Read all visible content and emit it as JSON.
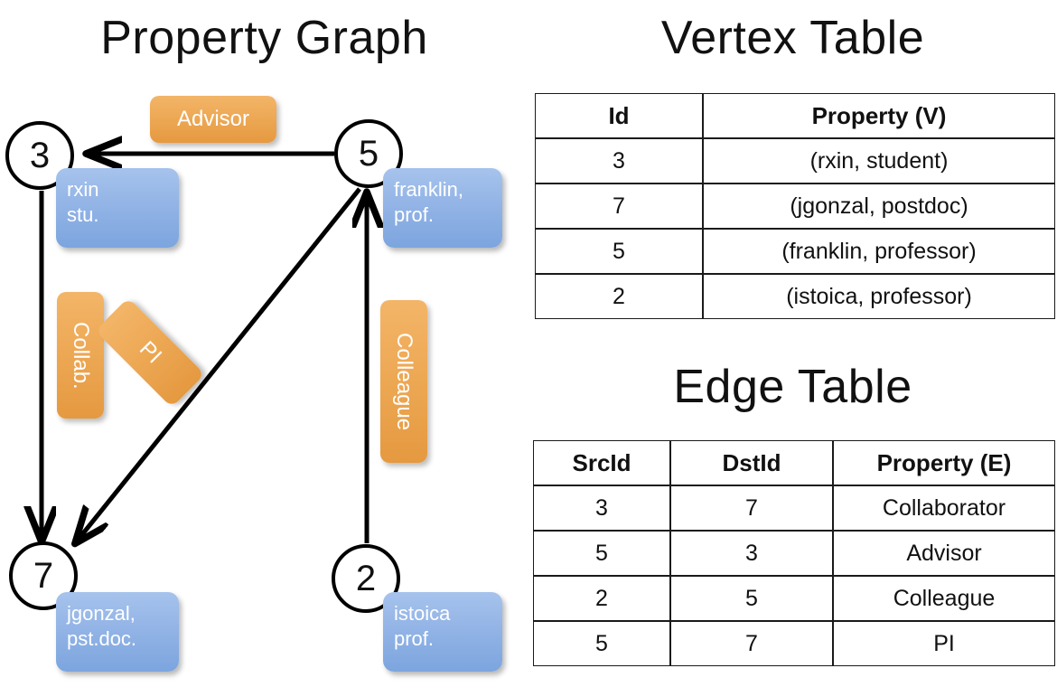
{
  "panels": {
    "graph_title": "Property Graph",
    "vertex_title": "Vertex Table",
    "edge_title": "Edge Table"
  },
  "graph": {
    "nodes": [
      {
        "id": "3",
        "property": {
          "line1": "rxin",
          "line2": "stu."
        }
      },
      {
        "id": "5",
        "property": {
          "line1": "franklin,",
          "line2": "prof."
        }
      },
      {
        "id": "7",
        "property": {
          "line1": "jgonzal,",
          "line2": "pst.doc."
        }
      },
      {
        "id": "2",
        "property": {
          "line1": "istoica",
          "line2": "prof."
        }
      }
    ],
    "edge_labels": {
      "advisor": "Advisor",
      "collab": "Collab.",
      "pi": "PI",
      "colleague": "Colleague"
    },
    "edges": [
      {
        "src": "5",
        "dst": "3",
        "label": "Advisor"
      },
      {
        "src": "3",
        "dst": "7",
        "label": "Collab."
      },
      {
        "src": "5",
        "dst": "7",
        "label": "PI"
      },
      {
        "src": "2",
        "dst": "5",
        "label": "Colleague"
      }
    ]
  },
  "vertex_table": {
    "headers": [
      "Id",
      "Property (V)"
    ],
    "rows": [
      {
        "id": "3",
        "property": "(rxin, student)"
      },
      {
        "id": "7",
        "property": "(jgonzal, postdoc)"
      },
      {
        "id": "5",
        "property": "(franklin, professor)"
      },
      {
        "id": "2",
        "property": "(istoica, professor)"
      }
    ]
  },
  "edge_table": {
    "headers": [
      "SrcId",
      "DstId",
      "Property (E)"
    ],
    "rows": [
      {
        "src": "3",
        "dst": "7",
        "property": "Collaborator"
      },
      {
        "src": "5",
        "dst": "3",
        "property": "Advisor"
      },
      {
        "src": "2",
        "dst": "5",
        "property": "Colleague"
      },
      {
        "src": "5",
        "dst": "7",
        "property": "PI"
      }
    ]
  },
  "colors": {
    "vertex_property_fill": "#cfdcef",
    "edge_property_fill": "#f5ddc3",
    "node_box_blue": "#93b4e6",
    "edge_box_orange": "#eda854",
    "stroke": "#000000",
    "background": "#ffffff"
  }
}
